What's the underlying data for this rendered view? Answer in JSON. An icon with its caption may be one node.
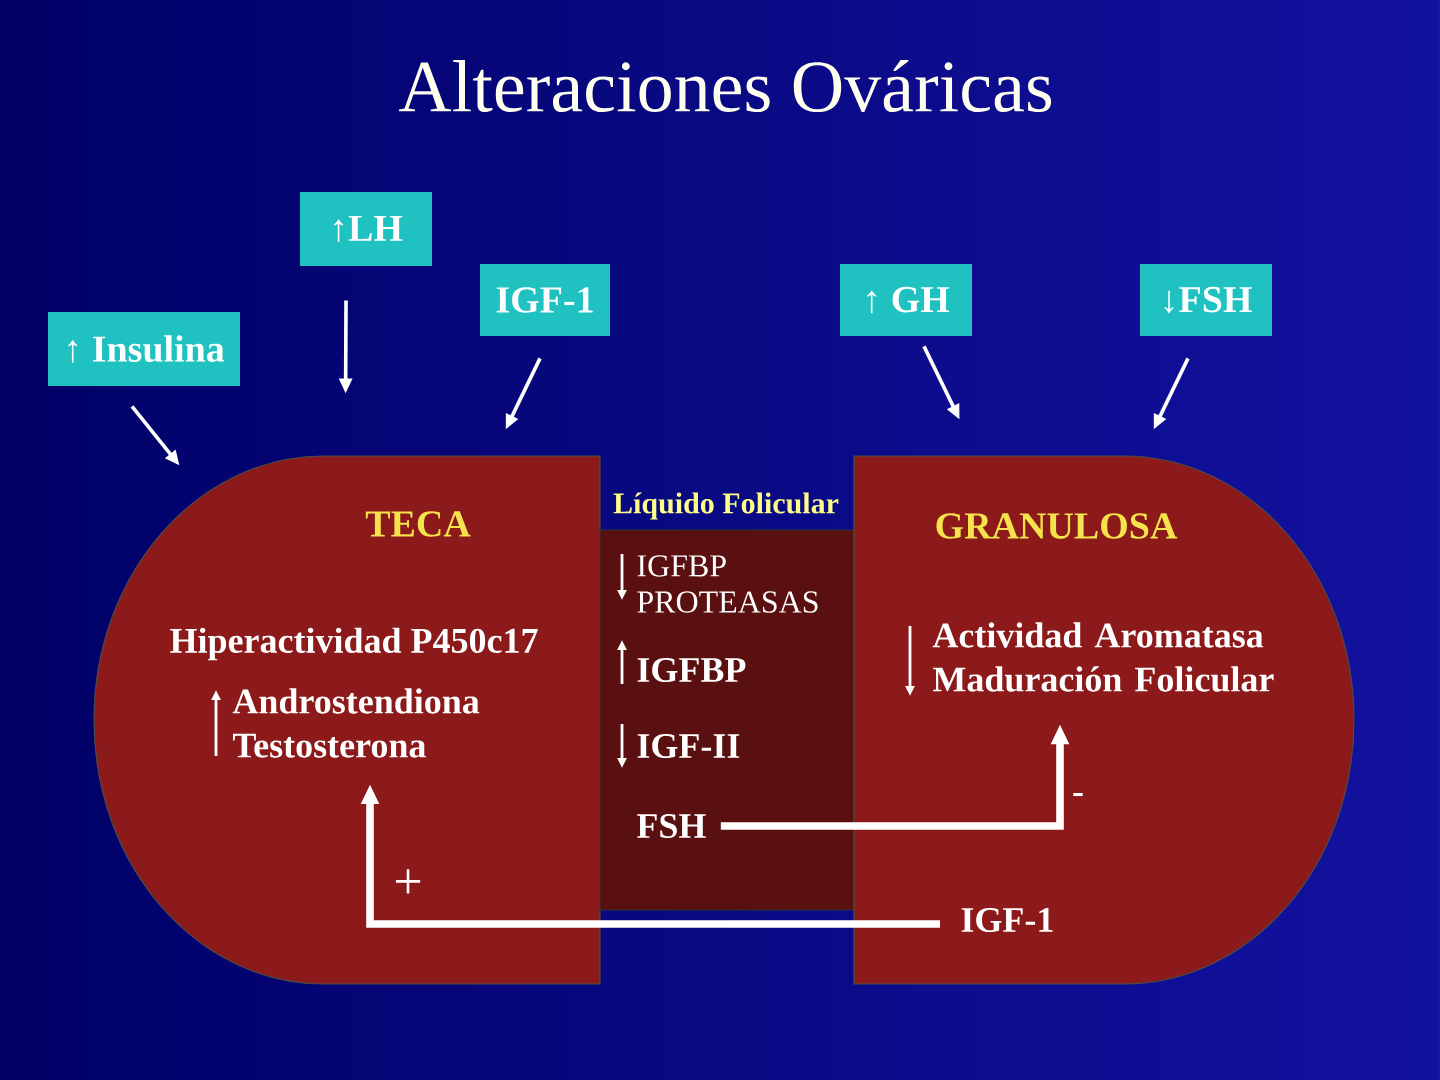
{
  "diagram": {
    "title": "Alteraciones Ováricas",
    "nodes": [
      {
        "text": [
          "↑LH"
        ]
      },
      {
        "text": [
          "IGF-1"
        ]
      },
      {
        "text": [
          "↑ GH"
        ]
      },
      {
        "text": [
          "↓FSH"
        ]
      },
      {
        "text": [
          "↑ Insulina"
        ]
      },
      {
        "text": [
          "TECA",
          "Hiperactividad P450c17"
        ]
      },
      {
        "text": [
          "Líquido Folicular",
          "IGFBP PROTEASAS",
          "IGFBP",
          "IGF-II"
        ]
      },
      {
        "text": [
          "GRANULOSA"
        ]
      },
      {
        "text": [
          "Androstendiona Testosterona"
        ],
        "in": 5
      },
      {
        "text": [
          "FSH"
        ],
        "in": 6
      },
      {
        "text": [
          "Actividad Aromatasa Maduración Folicular"
        ],
        "in": 7
      },
      {
        "text": [
          "IGF-1"
        ],
        "in": 7
      }
    ],
    "edges": [
      {
        "from": 0,
        "to": 5,
        "arrow": "to"
      },
      {
        "from": 1,
        "to": 5,
        "arrow": "to"
      },
      {
        "from": 2,
        "to": 7,
        "arrow": "to"
      },
      {
        "from": 3,
        "to": 7,
        "arrow": "to"
      },
      {
        "from": 4,
        "to": 5,
        "arrow": "to"
      },
      {
        "from": 9,
        "to": 10,
        "arrow": "to",
        "label": "-",
        "style": "thick"
      },
      {
        "from": 11,
        "to": 8,
        "arrow": "to",
        "label": "+",
        "style": "thick"
      }
    ]
  }
}
